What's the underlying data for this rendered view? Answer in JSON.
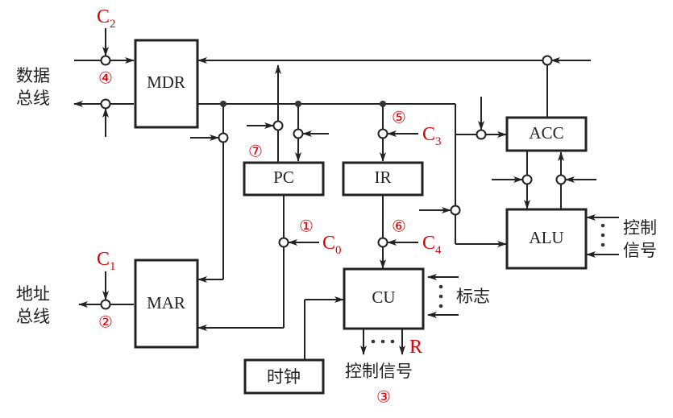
{
  "title": "CPU datapath diagram",
  "components": {
    "mdr": "MDR",
    "mar": "MAR",
    "pc": "PC",
    "ir": "IR",
    "acc": "ACC",
    "alu": "ALU",
    "cu": "CU",
    "clock": "时钟"
  },
  "labels": {
    "data_bus_1": "数据",
    "data_bus_2": "总线",
    "addr_bus_1": "地址",
    "addr_bus_2": "总线",
    "alu_ctrl_1": "控制",
    "alu_ctrl_2": "信号",
    "flags": "标志",
    "cu_ctrl": "控制信号"
  },
  "control_signals": {
    "c0": {
      "base": "C",
      "sub": "0"
    },
    "c1": {
      "base": "C",
      "sub": "1"
    },
    "c2": {
      "base": "C",
      "sub": "2"
    },
    "c3": {
      "base": "C",
      "sub": "3"
    },
    "c4": {
      "base": "C",
      "sub": "4"
    },
    "r": "R"
  },
  "step_markers": {
    "s1": "①",
    "s2": "②",
    "s3": "③",
    "s4": "④",
    "s5": "⑤",
    "s6": "⑥",
    "s7": "⑦"
  },
  "colors": {
    "annotation": "#e00000",
    "line": "#222222"
  }
}
